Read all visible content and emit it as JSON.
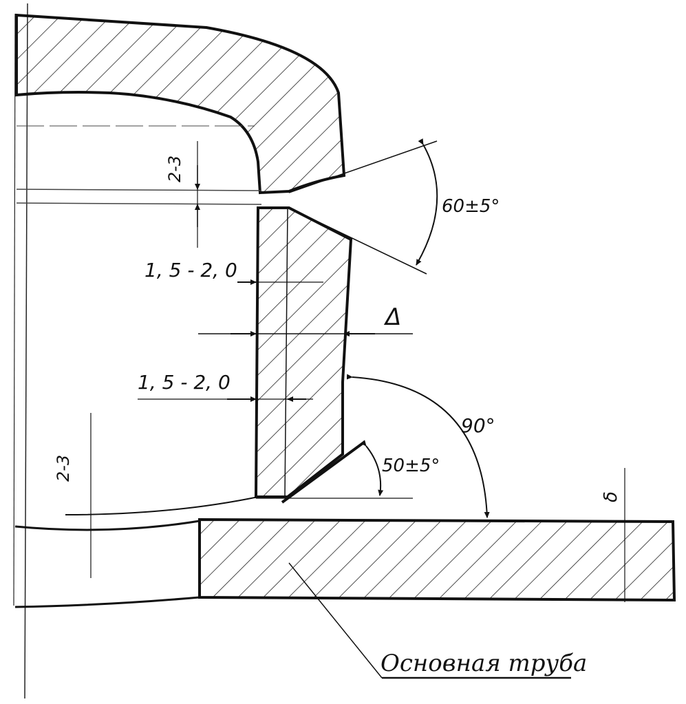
{
  "drawing": {
    "labels": {
      "gap_top": "2-3",
      "gap_bottom": "2-3",
      "land_upper": "1, 5 - 2, 0",
      "land_lower": "1, 5 - 2, 0",
      "angle_top": "60±5°",
      "angle_bottom": "50±5°",
      "angle_right": "90°",
      "delta": "Δ",
      "wall": "δ",
      "main_pipe": "Основная труба"
    }
  },
  "colors": {
    "ink": "#111111",
    "paper": "#ffffff"
  }
}
